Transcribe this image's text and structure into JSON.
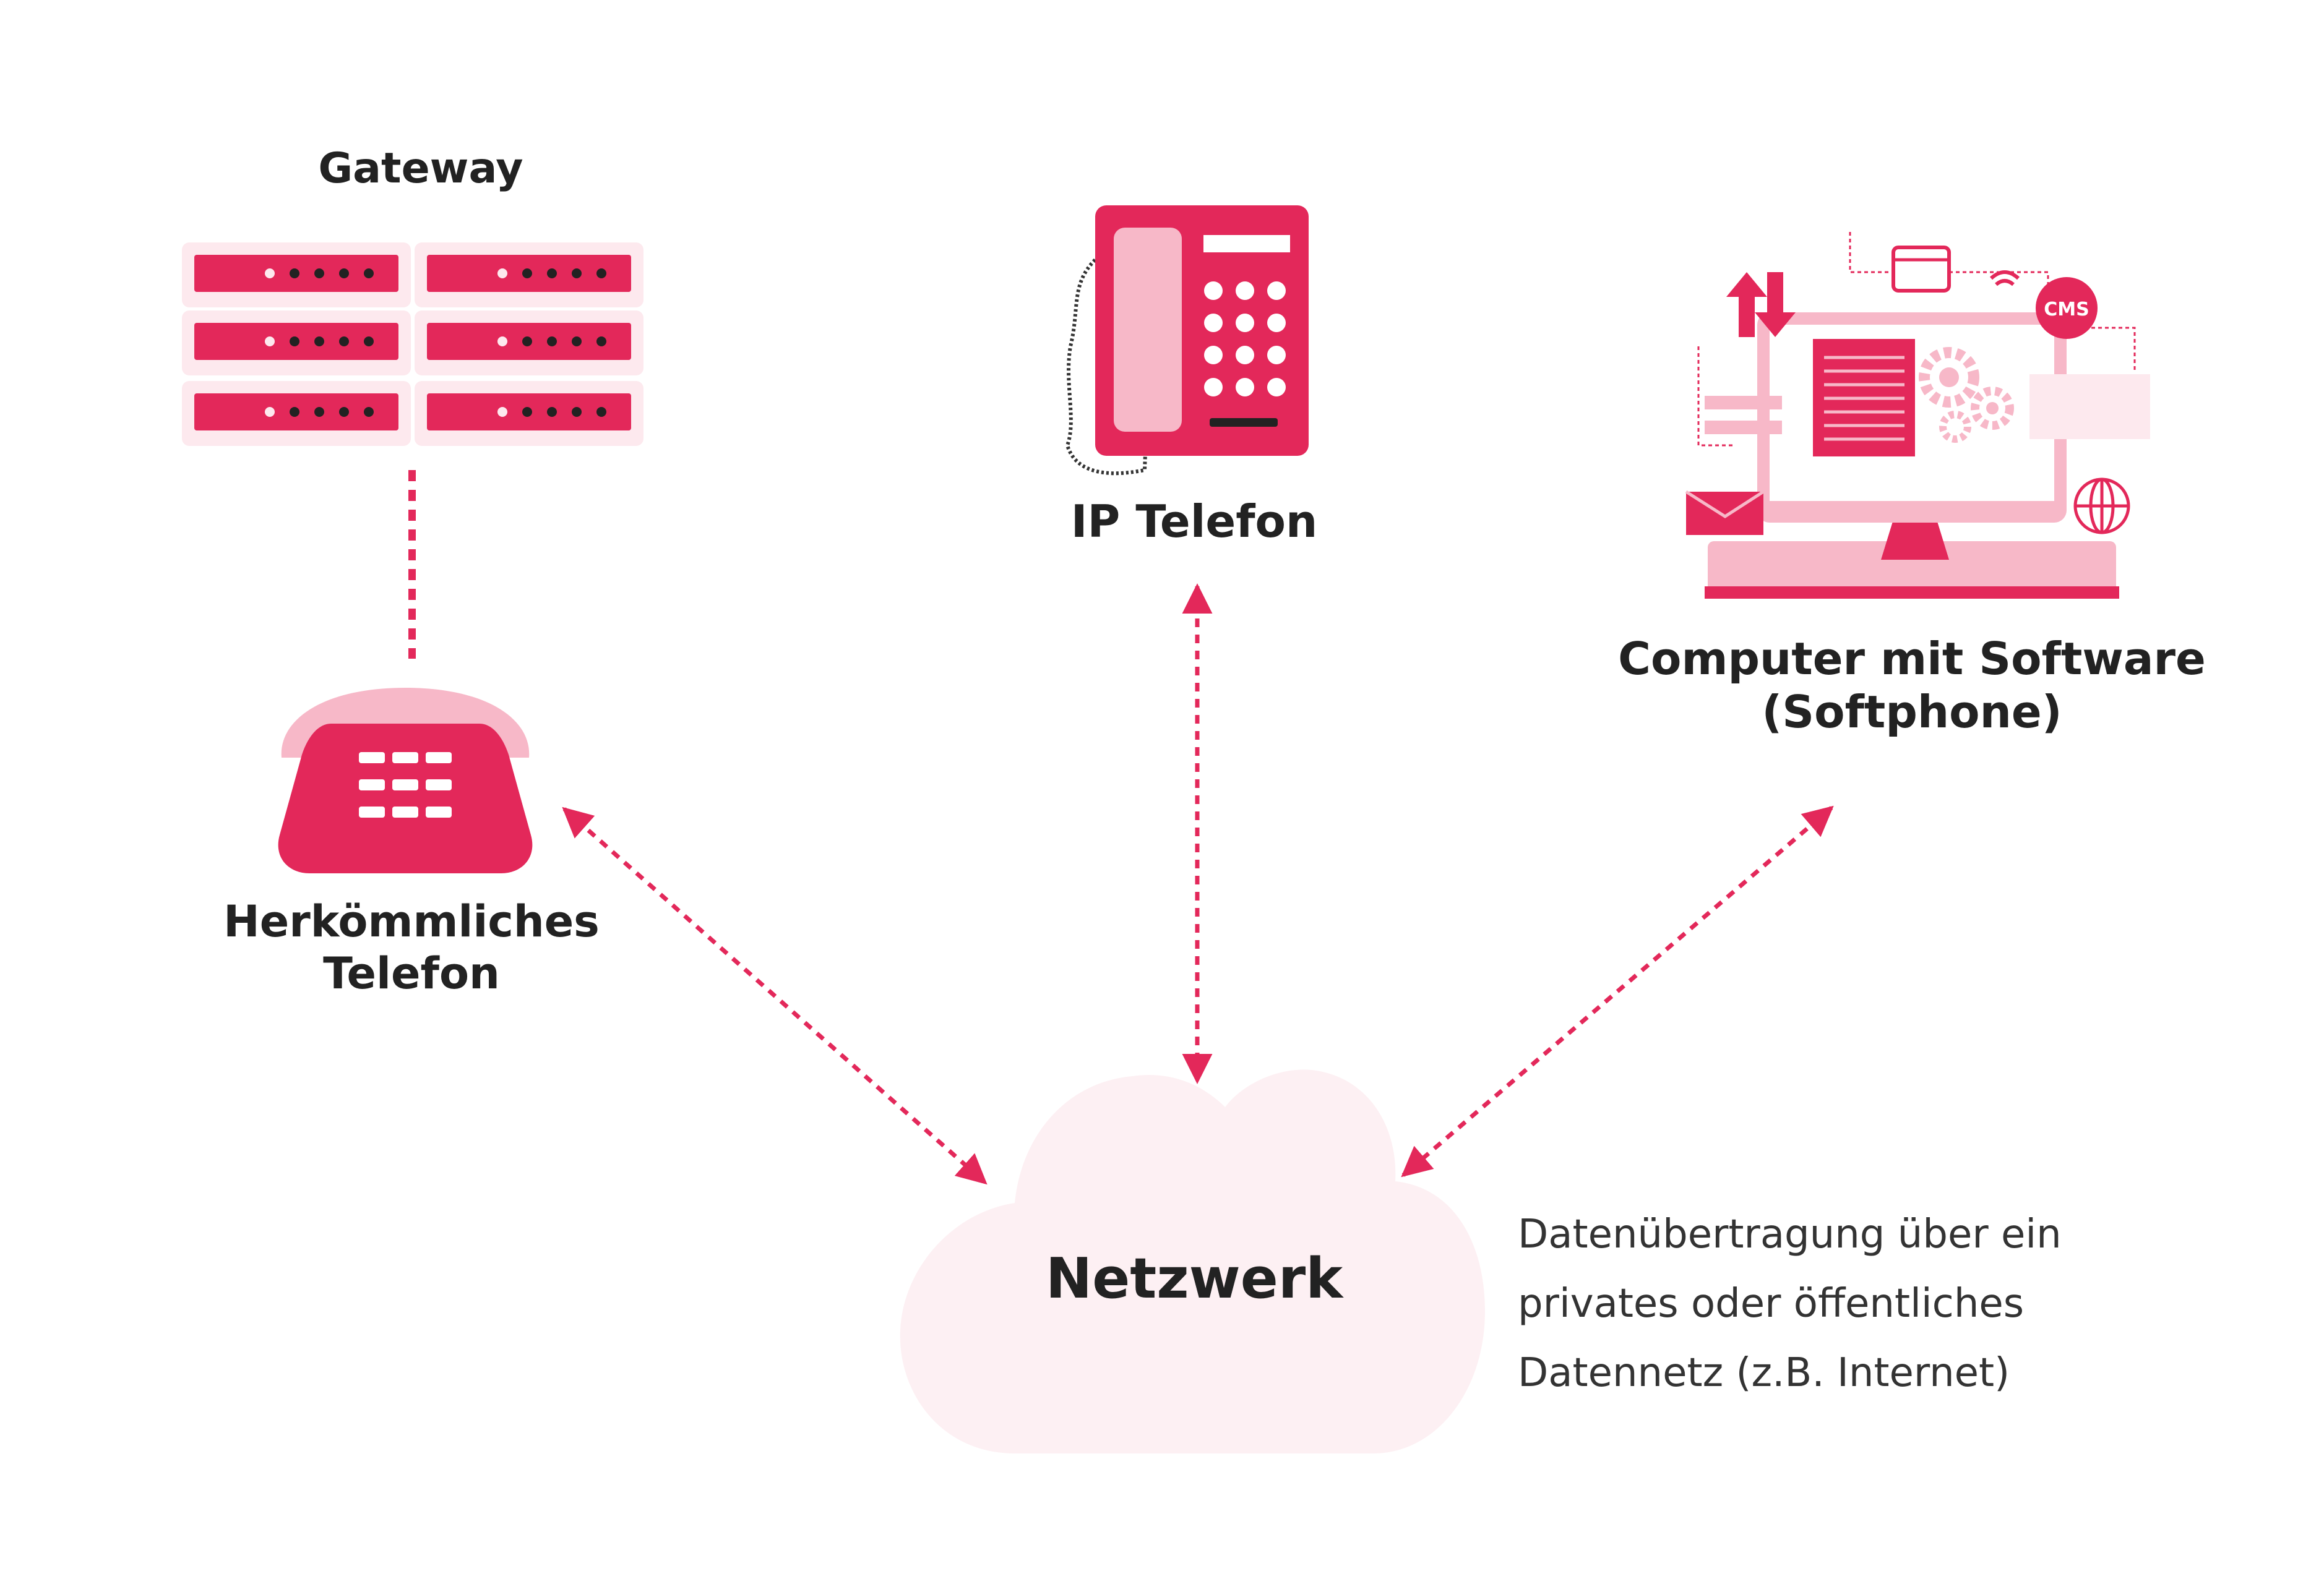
{
  "nodes": {
    "gateway": {
      "label": "Gateway"
    },
    "ip_phone": {
      "label": "IP Telefon"
    },
    "computer": {
      "lines": [
        "Computer mit Software",
        "(Softphone)"
      ]
    },
    "classic_phone": {
      "lines": [
        "Herkömmliches",
        "Telefon"
      ]
    },
    "network": {
      "label": "Netzwerk"
    }
  },
  "description": {
    "lines": [
      "Datenübertragung über ein",
      "privates oder öffentliches",
      "Datennetz (z.B. Internet)"
    ]
  },
  "icons": {
    "gateway": "server-rack-icon",
    "ip_phone": "desk-ip-phone-icon",
    "computer": "desktop-computer-icon",
    "classic_phone": "classic-telephone-icon",
    "network": "cloud-icon"
  },
  "colors": {
    "accent": "#e3285a",
    "accent_light": "#f7b8c8",
    "accent_pale": "#fde9ee",
    "cloud": "#fdf0f3",
    "text": "#222222"
  }
}
